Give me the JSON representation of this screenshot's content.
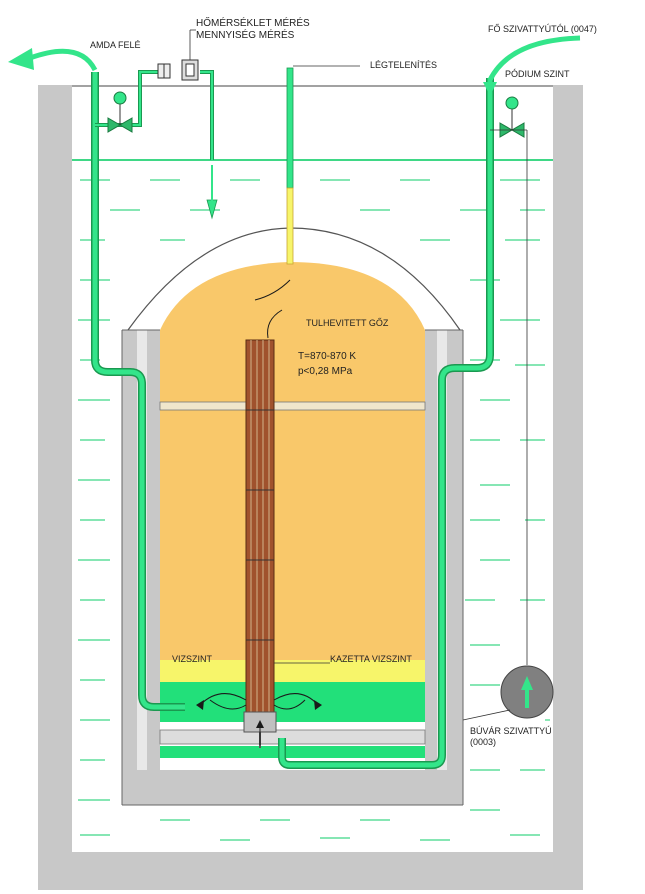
{
  "labels": {
    "amda_fele": "AMDA FELÉ",
    "homerseklet_line1": "HŐMÉRSÉKLET MÉRÉS",
    "homerseklet_line2": "MENNYISÉG MÉRÉS",
    "legtelenites": "LÉGTELENÍTÉS",
    "fo_szivattyutol": "FŐ SZIVATTYÚTÓL (0047)",
    "podium_szint": "PÓDIUM SZINT",
    "tulhevitett_goz": "TULHEVITETT GŐZ",
    "temperature": "T=870-870 K",
    "pressure": "p<0,28 MPa",
    "vizszint": "VIZSZINT",
    "kazetta_vizszint": "KAZETTA VIZSZINT",
    "buvar_line1": "BÚVÁR SZIVATTYÚ",
    "buvar_line2": "(0003)"
  },
  "colors": {
    "pool_wall": "#c8c8c8",
    "pipe_green": "#33e58a",
    "pipe_dark": "#1a9950",
    "water_line": "#3fd886",
    "steam_fill": "#f9c86a",
    "yellow_layer": "#f7f56a",
    "green_layer": "#22e07a",
    "cassette": "#a0522d",
    "pump": "#808080",
    "valve_green": "#2eb86a"
  }
}
